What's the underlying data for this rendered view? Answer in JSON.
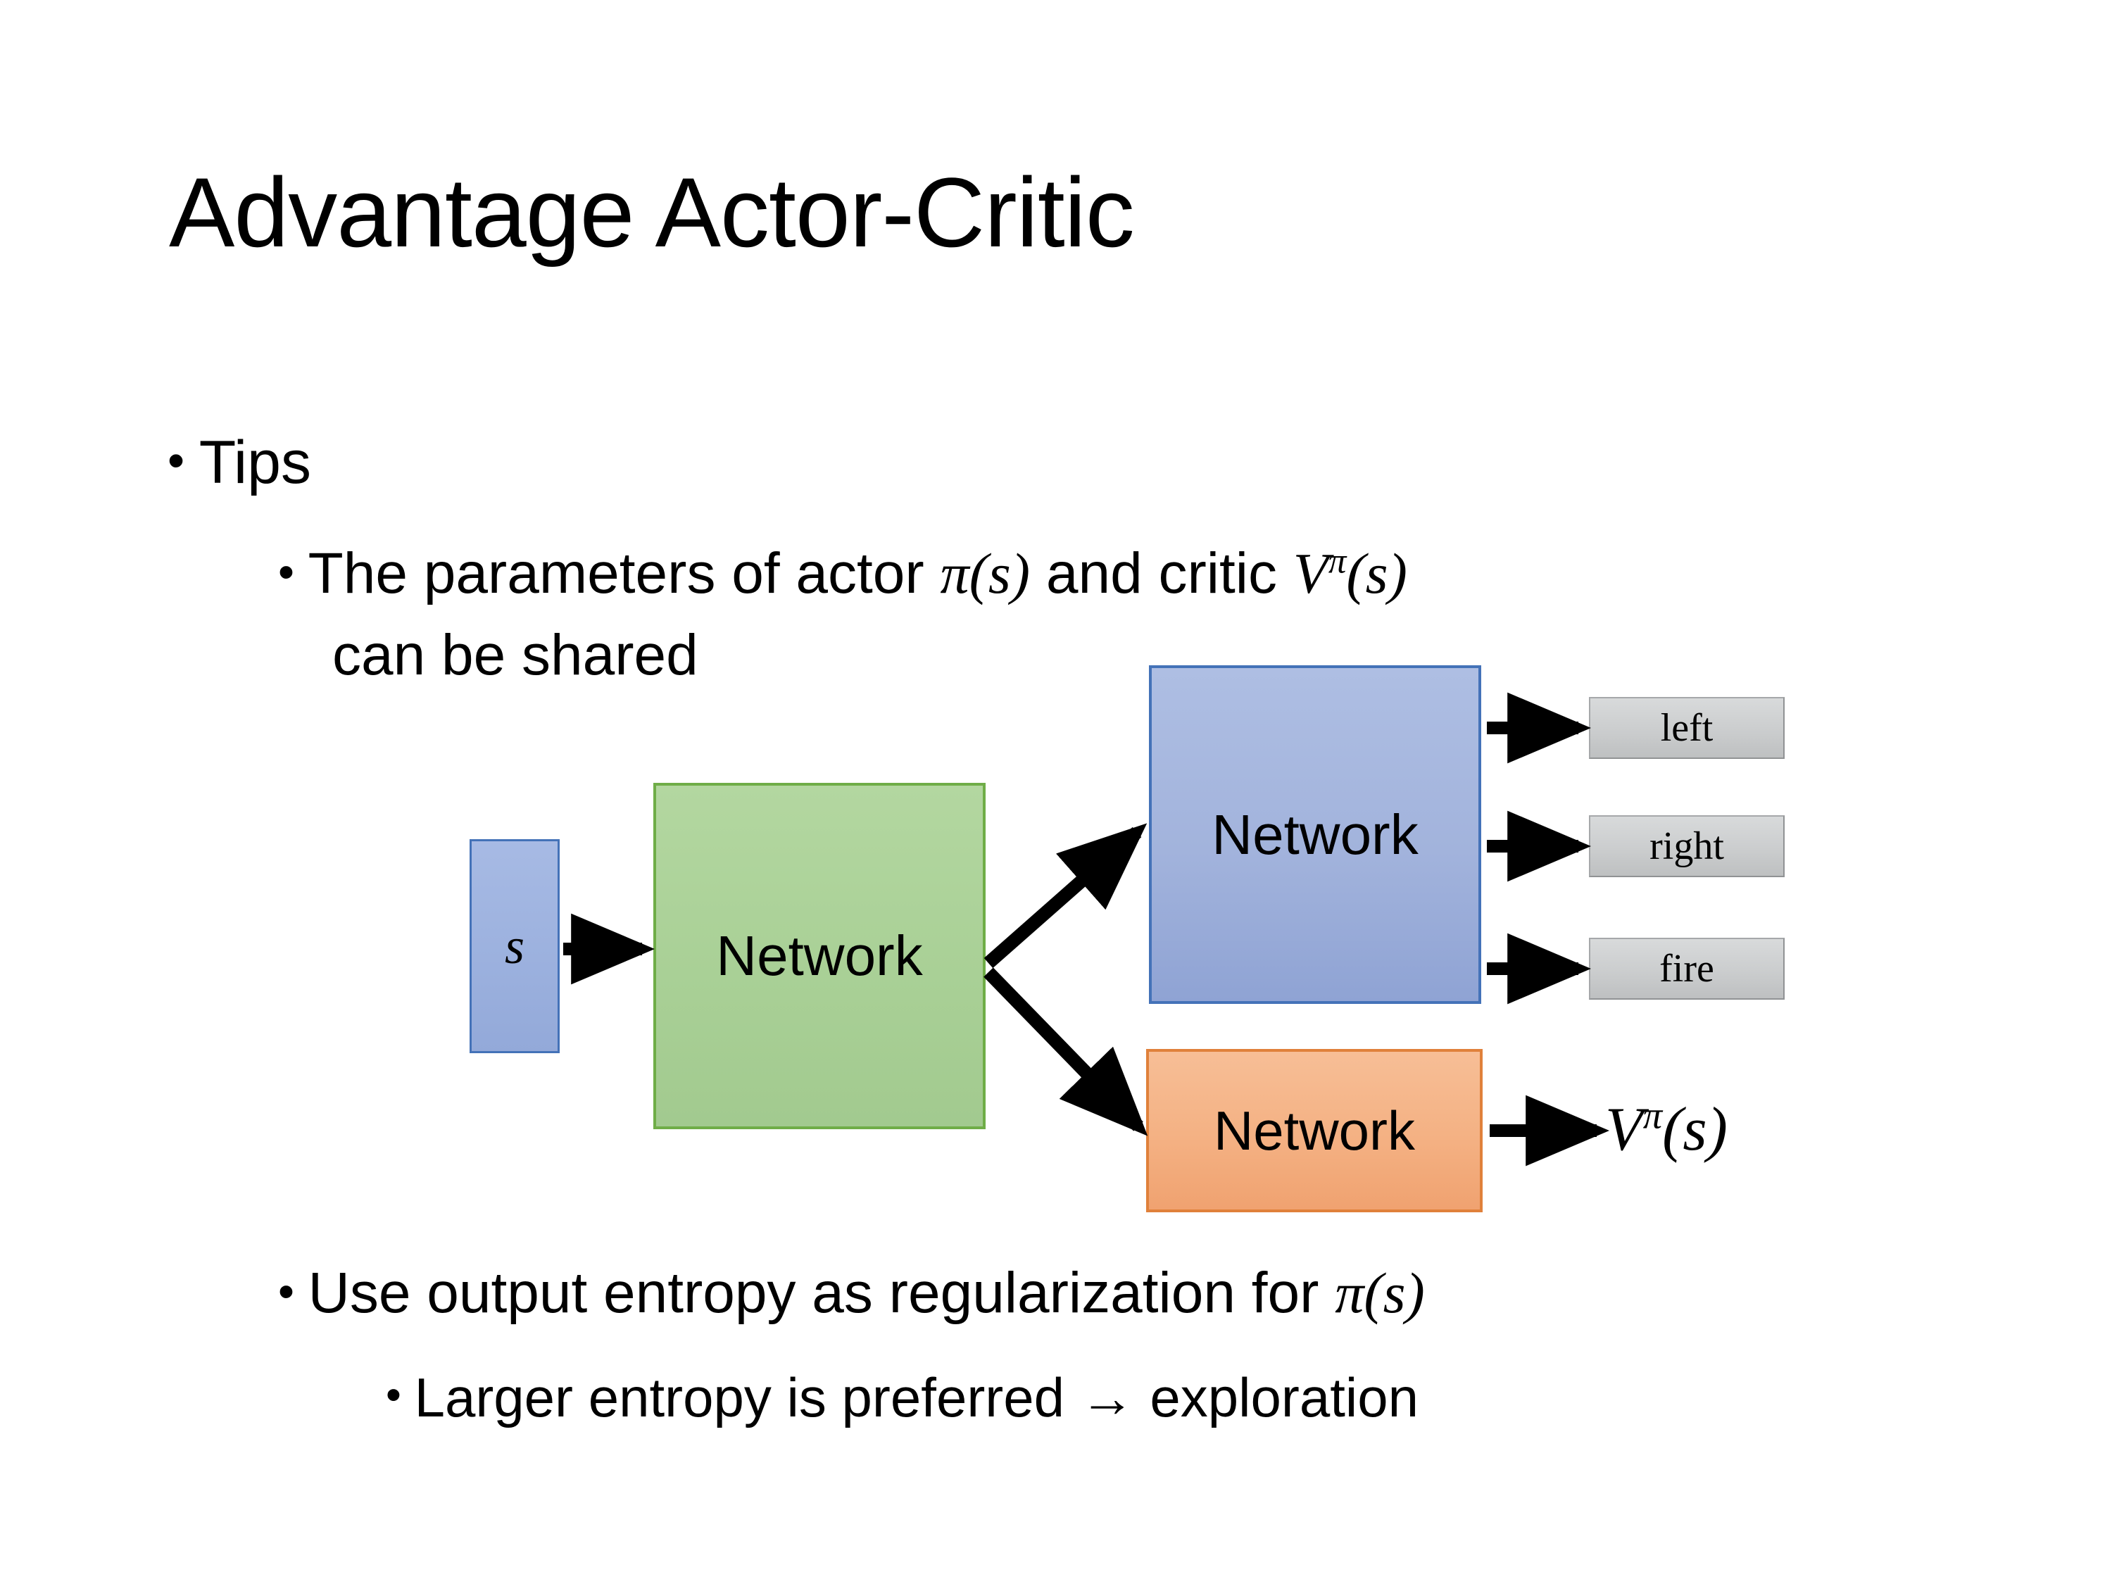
{
  "slide": {
    "title": "Advantage Actor-Critic",
    "background_color": "#ffffff",
    "text_color": "#000000"
  },
  "bullets": {
    "level1_tips": "Tips",
    "level2_params_part1": "The parameters of actor ",
    "level2_params_math1_pi": "π",
    "level2_params_math1_arg": "(s)",
    "level2_params_part2": "  and critic ",
    "level2_params_math2_V": "V",
    "level2_params_math2_sup": "π",
    "level2_params_math2_arg": "(s)",
    "level2_params_line2": "can be shared",
    "level2_entropy_part1": "Use output entropy as regularization for ",
    "level2_entropy_math_pi": "π",
    "level2_entropy_math_arg": "(s)",
    "level3_larger": "Larger entropy is preferred → exploration",
    "bullet_glyph": "•"
  },
  "diagram": {
    "state_box": {
      "label": "s",
      "fill": "#9DB2DF",
      "border": "#4472B8"
    },
    "shared_network_box": {
      "label": "Network",
      "fill": "#A9D096",
      "border": "#6FAD47"
    },
    "actor_network_box": {
      "label": "Network",
      "fill": "#A2B3DC",
      "border": "#4472B8"
    },
    "critic_network_box": {
      "label": "Network",
      "fill": "#F4B183",
      "border": "#E0813B"
    },
    "action_outputs": [
      {
        "label": "left",
        "fill": "#CBCDCE",
        "border": "#A6A8AA"
      },
      {
        "label": "right",
        "fill": "#CBCDCE",
        "border": "#A6A8AA"
      },
      {
        "label": "fire",
        "fill": "#CBCDCE",
        "border": "#A6A8AA"
      }
    ],
    "critic_output": {
      "V": "V",
      "sup": "π",
      "arg": "(s)"
    },
    "arrow_color": "#000000"
  }
}
